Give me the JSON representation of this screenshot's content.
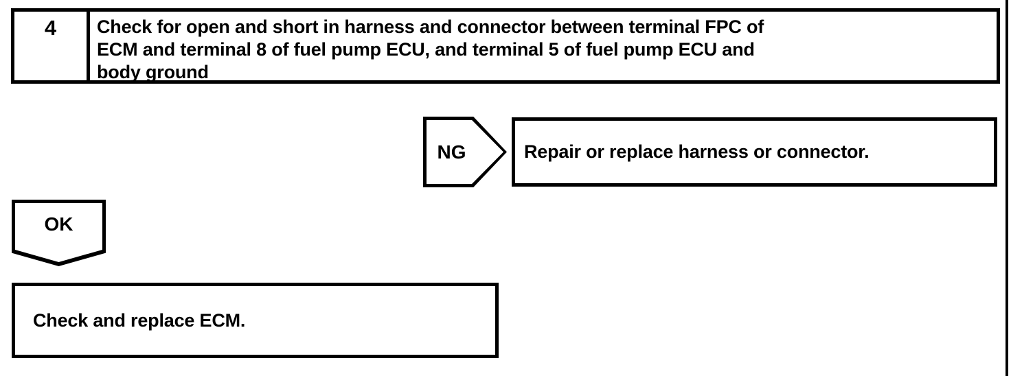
{
  "document": {
    "type": "automotive-diagnostic-flowchart",
    "colors": {
      "ink": "#000000",
      "paper": "#ffffff"
    }
  },
  "step": {
    "number": "4",
    "instruction_lines": [
      "Check for open and short in harness and connector between terminal FPC of",
      "ECM and terminal 8 of fuel pump ECU, and terminal 5 of fuel pump ECU and",
      "body ground"
    ],
    "instruction_full": "Check for open and short in harness and connector between terminal FPC of ECM and terminal 8 of fuel pump ECU, and terminal 5 of fuel pump ECU and body ground"
  },
  "branches": {
    "ng": {
      "label": "NG",
      "result": "Repair or replace harness or connector."
    },
    "ok": {
      "label": "OK",
      "result": "Check and replace ECM."
    }
  }
}
